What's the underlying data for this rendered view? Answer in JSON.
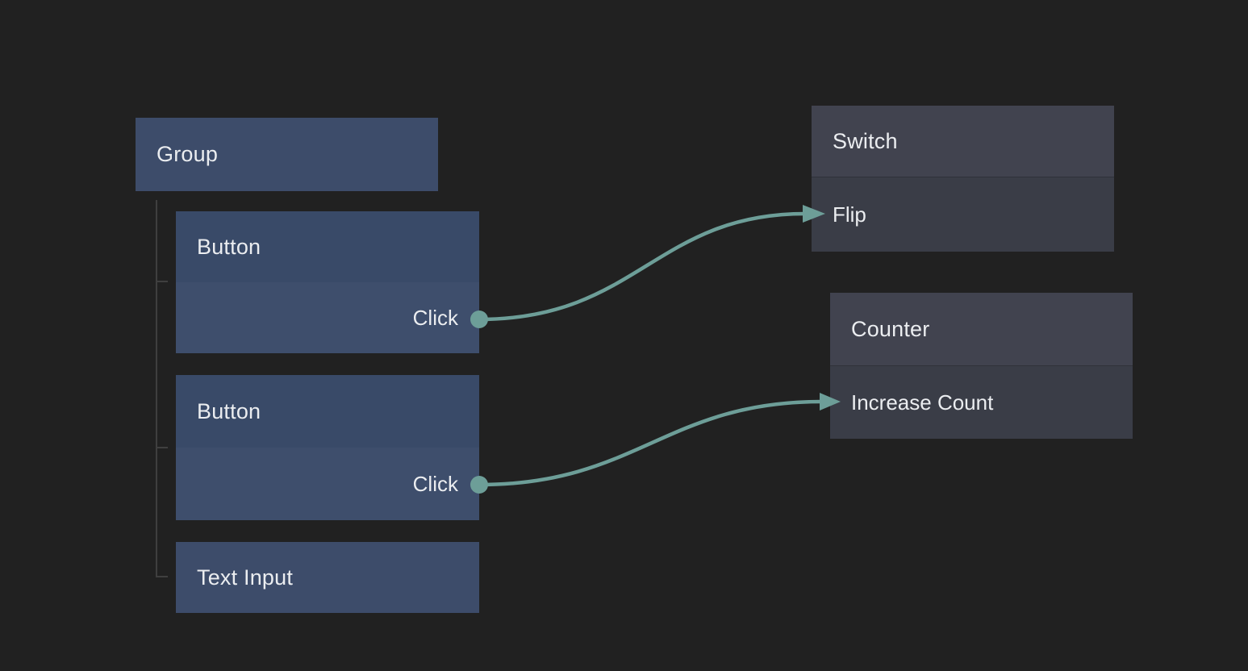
{
  "colors": {
    "background": "#212121",
    "node_blue_plain": "#3d4c6a",
    "node_blue_header": "#394a68",
    "node_blue_body": "#3e4e6c",
    "node_gray_header": "#41434f",
    "node_gray_body": "#3a3d47",
    "wire": "#6d9e98",
    "tree_line": "#3f3f3f",
    "text": "#ebedf0"
  },
  "nodes": {
    "group": {
      "title": "Group"
    },
    "button_1": {
      "title": "Button",
      "outputs": [
        {
          "label": "Click"
        }
      ]
    },
    "button_2": {
      "title": "Button",
      "outputs": [
        {
          "label": "Click"
        }
      ]
    },
    "text_input": {
      "title": "Text Input"
    },
    "switch": {
      "title": "Switch",
      "inputs": [
        {
          "label": "Flip"
        }
      ]
    },
    "counter": {
      "title": "Counter",
      "inputs": [
        {
          "label": "Increase Count"
        }
      ]
    }
  },
  "hierarchy": {
    "group_children": [
      "button_1",
      "button_2",
      "text_input"
    ]
  },
  "connections": [
    {
      "from_node": "button_1",
      "from_port": "Click",
      "to_node": "switch",
      "to_port": "Flip"
    },
    {
      "from_node": "button_2",
      "from_port": "Click",
      "to_node": "counter",
      "to_port": "Increase Count"
    }
  ]
}
